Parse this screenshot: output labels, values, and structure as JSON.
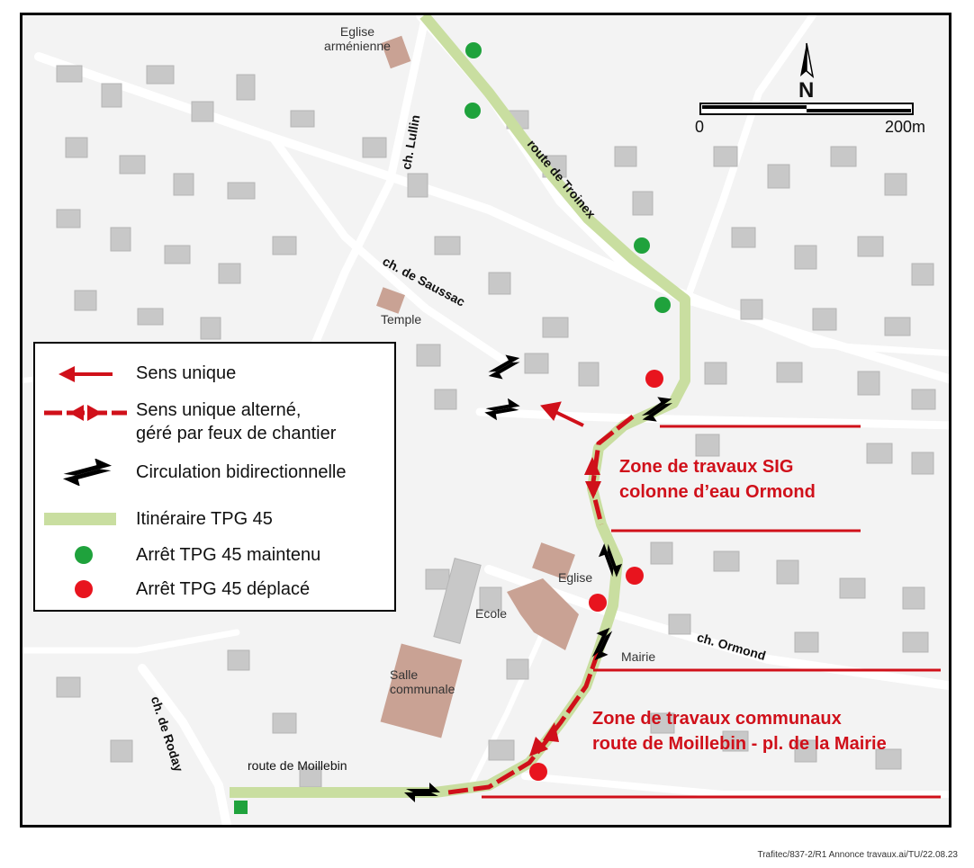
{
  "places": {
    "eglise_armenienne": "Eglise\narménienne",
    "temple": "Temple",
    "eglise": "Eglise",
    "ecole": "Ecole",
    "mairie": "Mairie",
    "salle_communale": "Salle\ncommunale"
  },
  "streets": {
    "lullin": "ch. Lullin",
    "troinex": "route de Troinex",
    "saussac": "ch. de Saussac",
    "ormond": "ch. Ormond",
    "roday": "ch. de Roday",
    "moillebin": "route de Moillebin"
  },
  "zones": {
    "sig_line1": "Zone de travaux SIG",
    "sig_line2": "colonne d’eau Ormond",
    "communaux_line1": "Zone de travaux communaux",
    "communaux_line2": "route de Moillebin - pl. de la Mairie"
  },
  "legend": {
    "sens_unique": "Sens unique",
    "alterne_line1": "Sens unique alterné,",
    "alterne_line2": "géré par feux de chantier",
    "bidirectionnelle": "Circulation bidirectionnelle",
    "itineraire": "Itinéraire TPG 45",
    "arret_maintenu": "Arrêt TPG 45 maintenu",
    "arret_deplace": "Arrêt TPG 45 déplacé"
  },
  "scale": {
    "start": "0",
    "end": "200m",
    "north": "N"
  },
  "colors": {
    "route_tpg": "#c9dea0",
    "work_red": "#d0101a",
    "stop_green": "#1fa23c",
    "stop_red": "#e8141e",
    "building_gray": "#c8c8c8",
    "building_brown": "#c9a294"
  },
  "credit": "Trafitec/837-2/R1 Annonce travaux.ai/TU/22.08.23"
}
